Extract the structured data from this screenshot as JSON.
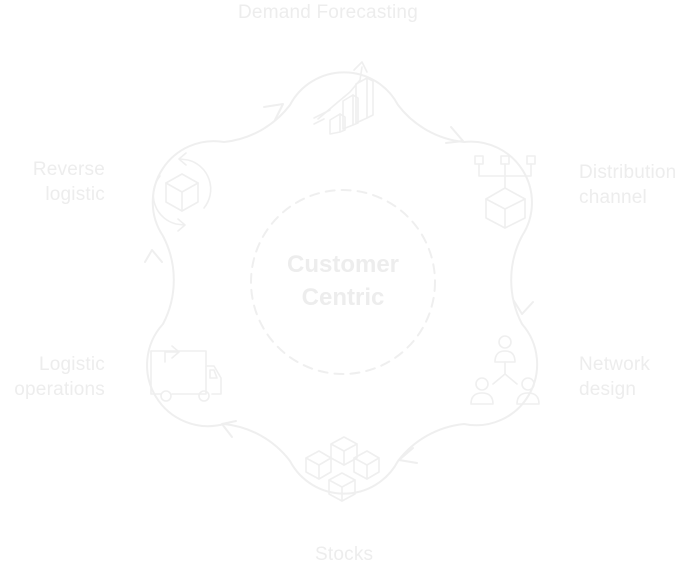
{
  "center": {
    "line1": "Customer",
    "line2": "Centric"
  },
  "nodes": [
    {
      "id": "demand",
      "label_lines": [
        "Demand Forecasting"
      ],
      "icon": "bar-chart-growth-icon"
    },
    {
      "id": "distribution",
      "label_lines": [
        "Distribution",
        "channel"
      ],
      "icon": "distribution-box-icon"
    },
    {
      "id": "network",
      "label_lines": [
        "Network",
        "design"
      ],
      "icon": "network-people-icon"
    },
    {
      "id": "stocks",
      "label_lines": [
        "Stocks"
      ],
      "icon": "stacked-boxes-icon"
    },
    {
      "id": "logistic-ops",
      "label_lines": [
        "Logistic",
        "operations"
      ],
      "icon": "delivery-truck-icon"
    },
    {
      "id": "reverse",
      "label_lines": [
        "Reverse",
        "logistic"
      ],
      "icon": "box-cycle-icon"
    }
  ],
  "colors": {
    "stroke": "#efefef",
    "text": "#ededed",
    "background": "#ffffff"
  }
}
